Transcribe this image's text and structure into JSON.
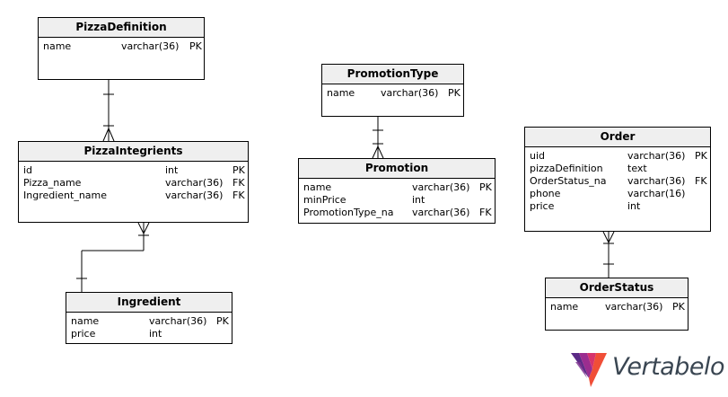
{
  "entities": {
    "pizza_definition": {
      "title": "PizzaDefinition",
      "columns": [
        {
          "name": "name",
          "type": "varchar(36)",
          "key": "PK"
        }
      ]
    },
    "pizza_integrients": {
      "title": "PizzaIntegrients",
      "columns": [
        {
          "name": "id",
          "type": "int",
          "key": "PK"
        },
        {
          "name": "Pizza_name",
          "type": "varchar(36)",
          "key": "FK"
        },
        {
          "name": "Ingredient_name",
          "type": "varchar(36)",
          "key": "FK"
        }
      ]
    },
    "ingredient": {
      "title": "Ingredient",
      "columns": [
        {
          "name": "name",
          "type": "varchar(36)",
          "key": "PK"
        },
        {
          "name": "price",
          "type": "int",
          "key": ""
        }
      ]
    },
    "promotion_type": {
      "title": "PromotionType",
      "columns": [
        {
          "name": "name",
          "type": "varchar(36)",
          "key": "PK"
        }
      ]
    },
    "promotion": {
      "title": "Promotion",
      "columns": [
        {
          "name": "name",
          "type": "varchar(36)",
          "key": "PK"
        },
        {
          "name": "minPrice",
          "type": "int",
          "key": ""
        },
        {
          "name": "PromotionType_na",
          "type": "varchar(36)",
          "key": "FK"
        }
      ]
    },
    "order": {
      "title": "Order",
      "columns": [
        {
          "name": "uid",
          "type": "varchar(36)",
          "key": "PK"
        },
        {
          "name": "pizzaDefinition",
          "type": "text",
          "key": ""
        },
        {
          "name": "OrderStatus_na",
          "type": "varchar(36)",
          "key": "FK"
        },
        {
          "name": "phone",
          "type": "varchar(16)",
          "key": ""
        },
        {
          "name": "price",
          "type": "int",
          "key": ""
        }
      ]
    },
    "order_status": {
      "title": "OrderStatus",
      "columns": [
        {
          "name": "name",
          "type": "varchar(36)",
          "key": "PK"
        }
      ]
    }
  },
  "logo": {
    "text": "Vertabelo",
    "colors": [
      "#5b2a86",
      "#9b2d8f",
      "#d6336c",
      "#f04e37",
      "#3a4652"
    ]
  },
  "line_color": "#000000"
}
